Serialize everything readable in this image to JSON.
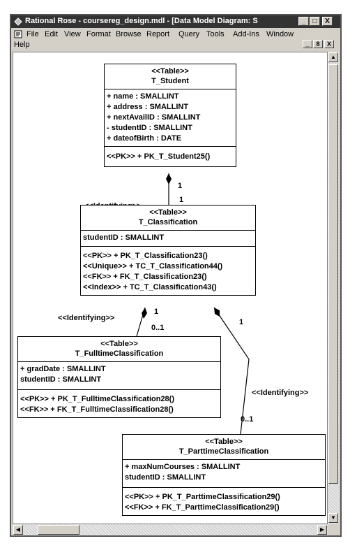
{
  "window": {
    "title": "Rational Rose - coursereg_design.mdl - [Data Model Diagram: S",
    "controls": [
      "_",
      "□",
      "X"
    ]
  },
  "menu": {
    "row1": [
      "File",
      "Edit",
      "View",
      "Format",
      "Browse",
      "Report",
      "Query",
      "Tools",
      "Add-Ins",
      "Window"
    ],
    "row2": [
      "Help"
    ]
  },
  "mdi_controls": [
    "_",
    "8",
    "X"
  ],
  "diagram": {
    "classes": [
      {
        "stereotype": "<<Table>>",
        "name": "T_Student",
        "attributes": [
          "+ name : SMALLINT",
          "+ address : SMALLINT",
          "+ nextAvailID : SMALLINT",
          "- studentID : SMALLINT",
          "+ dateofBirth : DATE"
        ],
        "operations": [
          "<<PK>> + PK_T_Student25()"
        ]
      },
      {
        "stereotype": "<<Table>>",
        "name": "T_Classification",
        "attributes": [
          "studentID : SMALLINT"
        ],
        "operations": [
          "<<PK>> + PK_T_Classification23()",
          "<<Unique>> + TC_T_Classification44()",
          "<<FK>> + FK_T_Classification23()",
          "<<Index>> + TC_T_Classification43()"
        ]
      },
      {
        "stereotype": "<<Table>>",
        "name": "T_FulltimeClassification",
        "attributes": [
          "+ gradDate : SMALLINT",
          "studentID : SMALLINT"
        ],
        "operations": [
          "<<PK>> + PK_T_FulltimeClassification28()",
          "<<FK>> + FK_T_FulltimeClassification28()"
        ]
      },
      {
        "stereotype": "<<Table>>",
        "name": "T_ParttimeClassification",
        "attributes": [
          "+ maxNumCourses : SMALLINT",
          "studentID : SMALLINT"
        ],
        "operations": [
          "<<PK>> + PK_T_ParttimeClassification29()",
          "<<FK>> + FK_T_ParttimeClassification29()"
        ]
      }
    ],
    "relationships": [
      {
        "stereotype": "<<Identifying>>",
        "source_multiplicity": "1",
        "target_multiplicity": "1"
      },
      {
        "stereotype": "<<Identifying>>",
        "source_multiplicity": "1",
        "target_multiplicity": "0..1"
      },
      {
        "stereotype": "<<Identifying>>",
        "source_multiplicity": "1",
        "target_multiplicity": "0..1"
      }
    ]
  }
}
